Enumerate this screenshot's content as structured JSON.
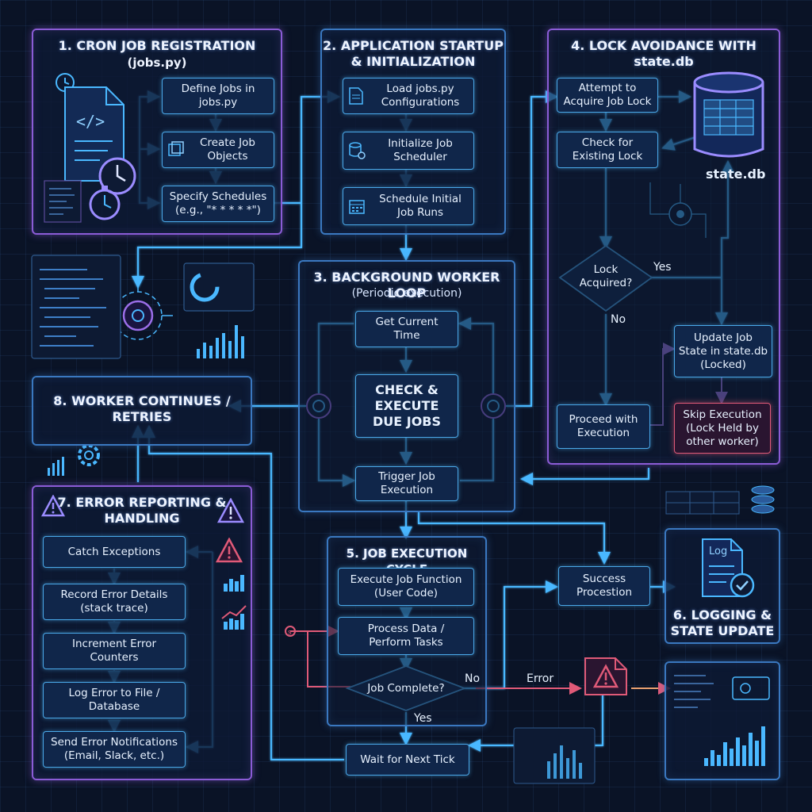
{
  "panel1": {
    "title": "1. CRON JOB REGISTRATION",
    "subtitle": "(jobs.py)",
    "define_jobs": "Define Jobs in\njobs.py",
    "create_job": "Create Job\nObjects",
    "specify_schedules": "Specify Schedules\n(e.g., \"* * * * *\")"
  },
  "panel2": {
    "title": "2. APPLICATION STARTUP",
    "title2": "& INITIALIZATION",
    "load_jobs": "Load jobs.py\nConfigurations",
    "init_scheduler": "Initialize Job\nScheduler",
    "schedule_runs": "Schedule Initial\nJob Runs"
  },
  "panel3": {
    "title": "3. BACKGROUND WORKER LOOP",
    "subtitle": "(Periodic execution)",
    "get_time": "Get Current\nTime",
    "check_execute": "CHECK &\nEXECUTE\nDUE JOBS",
    "trigger": "Trigger Job\nExecution"
  },
  "panel4": {
    "title": "4. LOCK AVOIDANCE WITH",
    "title2": "state.db",
    "acquire": "Attempt to\nAcquire Job Lock",
    "check_lock": "Check for\nExisting Lock",
    "db_label": "state.db",
    "decision": "Lock\nAcquired?",
    "yes": "Yes",
    "no": "No",
    "update_state": "Update Job\nState in state.db\n(Locked)",
    "proceed": "Proceed with\nExecution",
    "skip": "Skip Execution\n(Lock Held by\nother worker)"
  },
  "panel5": {
    "title": "5. JOB EXECUTION CYCLE",
    "execute_fn": "Execute Job Function\n(User Code)",
    "process": "Process Data /\nPerform Tasks",
    "decision": "Job Complete?",
    "no": "No",
    "yes": "Yes",
    "wait": "Wait for Next Tick"
  },
  "panel6": {
    "title": "6. LOGGING &",
    "title2": "STATE UPDATE",
    "log_icon_text": "Log"
  },
  "success": "Success\nProcestion",
  "error_label": "Error",
  "panel7": {
    "title": "7. ERROR REPORTING &",
    "title2": "HANDLING",
    "catch": "Catch Exceptions",
    "record": "Record Error Details\n(stack trace)",
    "increment": "Increment Error\nCounters",
    "log_error": "Log Error to File /\nDatabase",
    "notify": "Send Error Notifications\n(Email, Slack, etc.)"
  },
  "panel8": {
    "title": "8. WORKER CONTINUES /",
    "title2": "RETRIES"
  },
  "colors": {
    "wire": "#4ab8ff",
    "purple": "#8b5cd6",
    "red": "#e05a78",
    "background": "#0a1326"
  }
}
